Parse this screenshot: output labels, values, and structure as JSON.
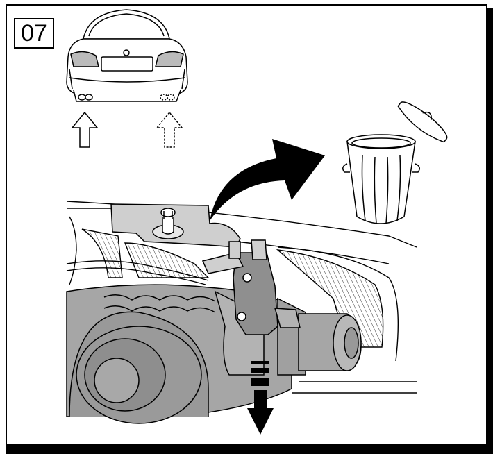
{
  "step": {
    "number": "07"
  },
  "colors": {
    "line": "#000000",
    "part_fill": "#a6a6a6",
    "bracket_fill": "#cfcfcf",
    "background": "#ffffff"
  },
  "icons": [
    "car-rear-view",
    "up-arrow-solid",
    "up-arrow-dashed",
    "curved-arrow",
    "trash-bin",
    "down-arrow"
  ]
}
